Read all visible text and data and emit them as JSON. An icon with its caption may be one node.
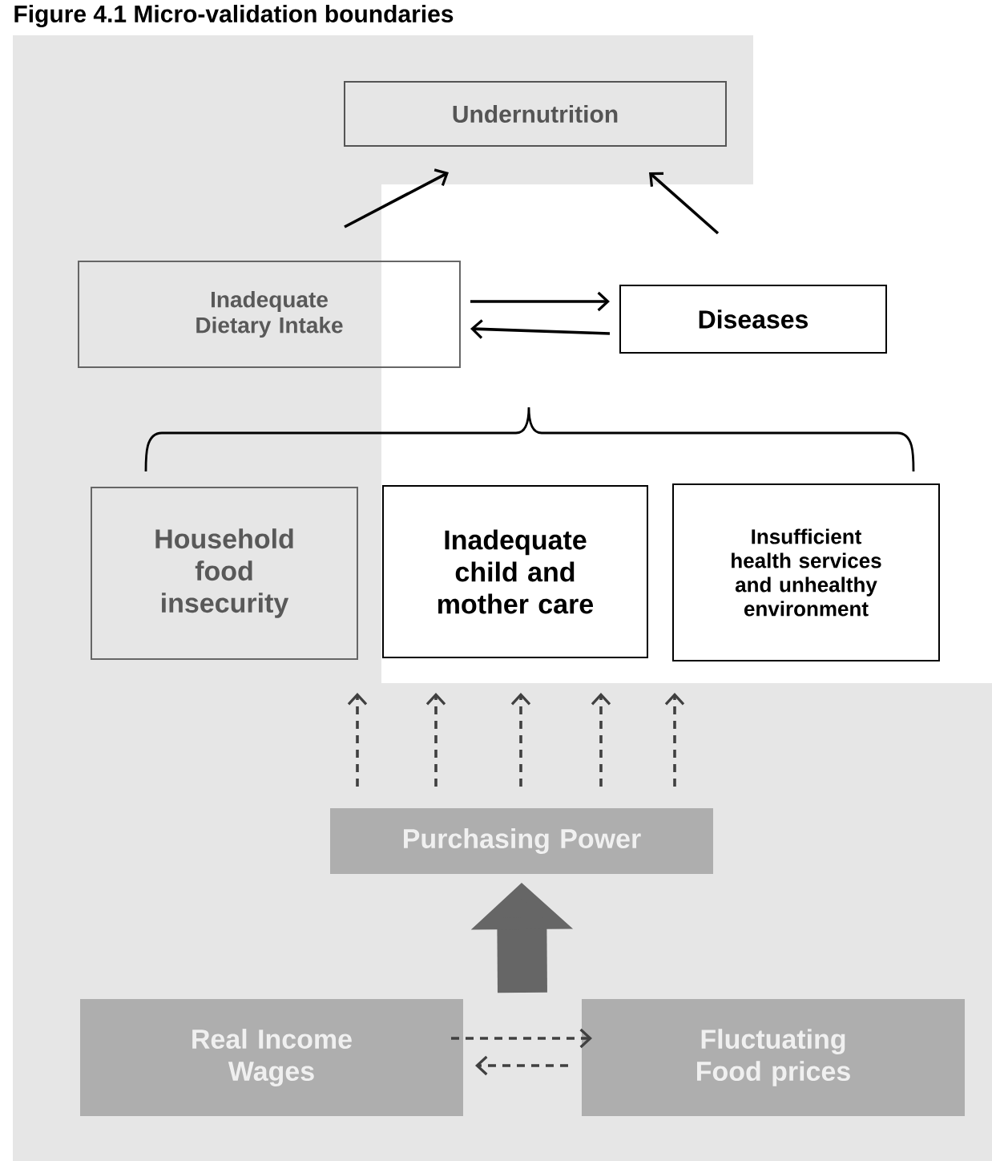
{
  "diagram": {
    "title": "Figure 4.1 Micro-validation boundaries",
    "nodes": [
      {
        "text": [
          "Undernutrition"
        ]
      },
      {
        "text": [
          "Inadequate Dietary Intake"
        ]
      },
      {
        "text": [
          "Diseases"
        ]
      },
      {
        "text": [
          "Household food insecurity"
        ]
      },
      {
        "text": [
          "Inadequate child and mother care"
        ]
      },
      {
        "text": [
          "Insufficient health services and unhealthy environment"
        ]
      },
      {
        "text": [
          "Purchasing Power"
        ]
      },
      {
        "text": [
          "Real Income Wages"
        ]
      },
      {
        "text": [
          "Fluctuating Food prices"
        ]
      }
    ],
    "edges": [
      {
        "from": 1,
        "to": 0,
        "arrow": "to"
      },
      {
        "from": 2,
        "to": 0,
        "arrow": "to"
      },
      {
        "from": 1,
        "to": 2,
        "arrow": "to"
      },
      {
        "from": 2,
        "to": 1,
        "arrow": "to"
      },
      {
        "from": 6,
        "to": null,
        "arrow": "to",
        "style": "dashed",
        "color": "#404040"
      },
      {
        "from": 6,
        "to": null,
        "arrow": "to",
        "style": "dashed",
        "color": "#404040"
      },
      {
        "from": 6,
        "to": null,
        "arrow": "to",
        "style": "dashed",
        "color": "#404040"
      },
      {
        "from": 6,
        "to": null,
        "arrow": "to",
        "style": "dashed",
        "color": "#404040"
      },
      {
        "from": 6,
        "to": null,
        "arrow": "to",
        "style": "dashed",
        "color": "#404040"
      },
      {
        "from": null,
        "to": 6,
        "arrow": "to",
        "style": "thick",
        "color": "#666666"
      },
      {
        "from": 7,
        "to": 8,
        "arrow": "to",
        "style": "dashed",
        "color": "#404040"
      },
      {
        "from": 8,
        "to": 7,
        "arrow": "to",
        "style": "dashed",
        "color": "#404040"
      }
    ]
  }
}
